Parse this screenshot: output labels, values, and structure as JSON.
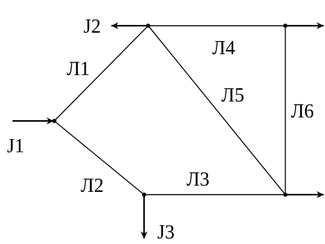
{
  "network": {
    "lines": [
      {
        "id": "l1",
        "label": "Л1"
      },
      {
        "id": "l2",
        "label": "Л2"
      },
      {
        "id": "l3",
        "label": "Л3"
      },
      {
        "id": "l4",
        "label": "Л4"
      },
      {
        "id": "l5",
        "label": "Л5"
      },
      {
        "id": "l6",
        "label": "Л6"
      }
    ],
    "currents": [
      {
        "id": "j1",
        "label": "J1"
      },
      {
        "id": "j2",
        "label": "J2"
      },
      {
        "id": "j3",
        "label": "J3"
      }
    ]
  }
}
